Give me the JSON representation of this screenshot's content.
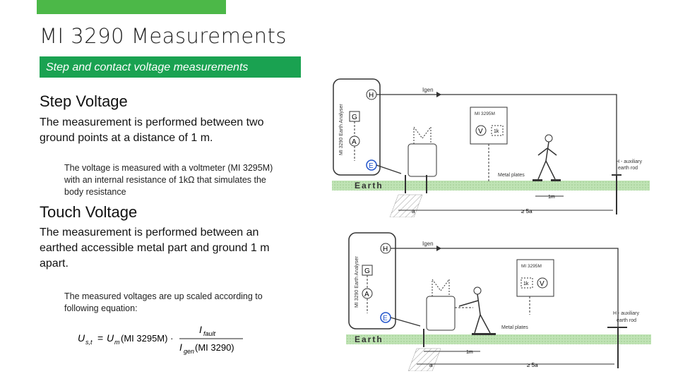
{
  "slide": {
    "title": "MI 3290 Measurements",
    "subtitle": "Step and contact voltage measurements",
    "step": {
      "heading": "Step Voltage",
      "intro": "The measurement is performed between two ground points at a distance of 1 m.",
      "detail": "The voltage is measured with a voltmeter (MI 3295M) with an internal resistance of 1kΩ that simulates the body resistance"
    },
    "touch": {
      "heading": "Touch Voltage",
      "intro": "The measurement is performed between an earthed accessible metal part and ground 1 m apart.",
      "detail": "The measured voltages are up scaled according to following equation:"
    },
    "equation": {
      "lhs": "U",
      "lhs_sub": "s,t",
      "eq": "=",
      "um": "U",
      "um_sub": "m",
      "um_arg": "(MI 3295M) ·",
      "num": "I",
      "num_sub": "fault",
      "den": "I",
      "den_sub": "gen",
      "den_arg": "(MI 3290)"
    }
  },
  "diagram": {
    "analyzer_label": "MI 3290 Earth Analyser",
    "terminal_h": "H",
    "terminal_g": "G",
    "terminal_a": "A",
    "terminal_e": "E",
    "igen": "Igen",
    "meter_label": "MI 3295M",
    "meter_v": "V",
    "meter_r": "1k",
    "metal_plates": "Metal plates",
    "aux_rod": "H - auxiliary earth rod",
    "aux_rod_line1": "H - auxiliary",
    "aux_rod_line2": "earth rod",
    "earth": "Earth",
    "dist_1m": "1m",
    "dist_a": "a",
    "dist_5a": "≥ 5a",
    "colors": {
      "earth_band": "#bfe3b4",
      "frame": "#333333",
      "terminal_e": "#2255cc"
    }
  }
}
